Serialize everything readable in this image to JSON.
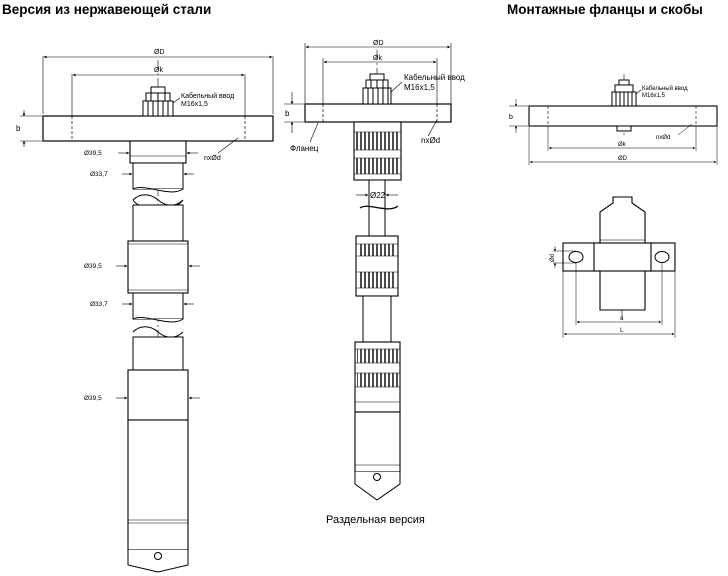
{
  "headings": {
    "left": "Версия из нержавеющей стали",
    "right": "Монтажные фланцы и скобы"
  },
  "left_drawing": {
    "dim_flange_d": "ØD",
    "dim_bolt_k": "Øk",
    "dim_height": "b",
    "cable_entry_line1": "Кабельный ввод",
    "cable_entry_line2": "M16x1,5",
    "holes": "nxØd",
    "dia_top": "Ø39,5",
    "dia_2": "Ø33,7",
    "dia_3": "Ø39,5",
    "dia_4": "Ø33,7",
    "dia_5": "Ø39,5"
  },
  "middle_drawing": {
    "dim_flange_d": "ØD",
    "dim_bolt_k": "Øk",
    "dim_height": "b",
    "cable_entry_line1": "Кабельный ввод",
    "cable_entry_line2": "M16x1,5",
    "holes": "nxØd",
    "flange_label": "Фланец",
    "cable_dia": "Ø22",
    "caption": "Раздельная версия"
  },
  "right_drawing": {
    "cable_entry_line1": "Кабельный ввод",
    "cable_entry_line2": "M16x1,5",
    "dim_height": "b",
    "holes": "nxØd",
    "dim_bolt_k": "Øk",
    "dim_flange_d": "ØD",
    "bracket_hole": "Ød",
    "dim_a": "a",
    "dim_l": "L"
  }
}
